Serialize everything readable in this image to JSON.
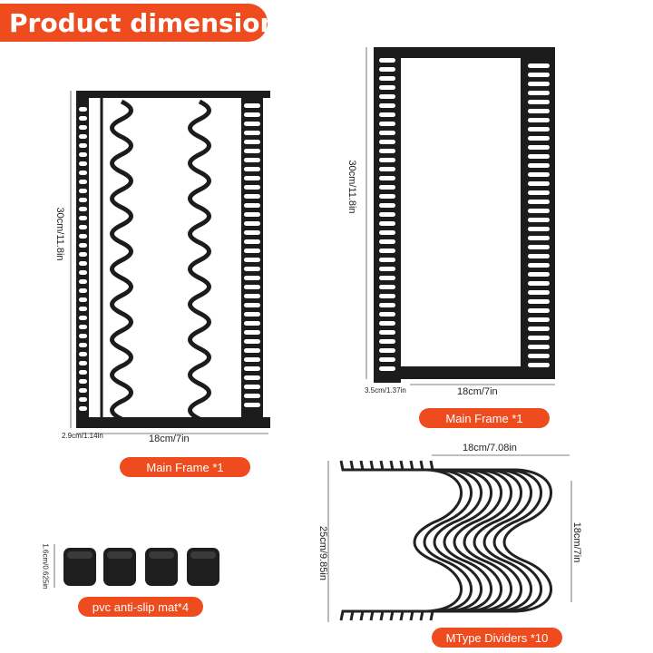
{
  "title": "Product dimension",
  "frame1": {
    "height_label": "30cm/11.8in",
    "width_label": "18cm/7in",
    "depth_label": "2.9cm/1.14in",
    "caption": "Main Frame *1"
  },
  "frame2": {
    "height_label": "30cm/11.8in",
    "width_label": "18cm/7in",
    "depth_label": "3.5cm/1.37in",
    "caption": "Main Frame *1"
  },
  "mats": {
    "height_label": "1.6cm/0.625in",
    "caption": "pvc anti-slip mat*4",
    "count": 4
  },
  "dividers": {
    "width_label": "18cm/7.08in",
    "height_label": "25cm/9.85in",
    "depth_label": "18cm/7in",
    "caption": "MType Dividers *10",
    "count": 10
  },
  "colors": {
    "accent": "#ee4b1f",
    "product": "#1c1c1c"
  }
}
